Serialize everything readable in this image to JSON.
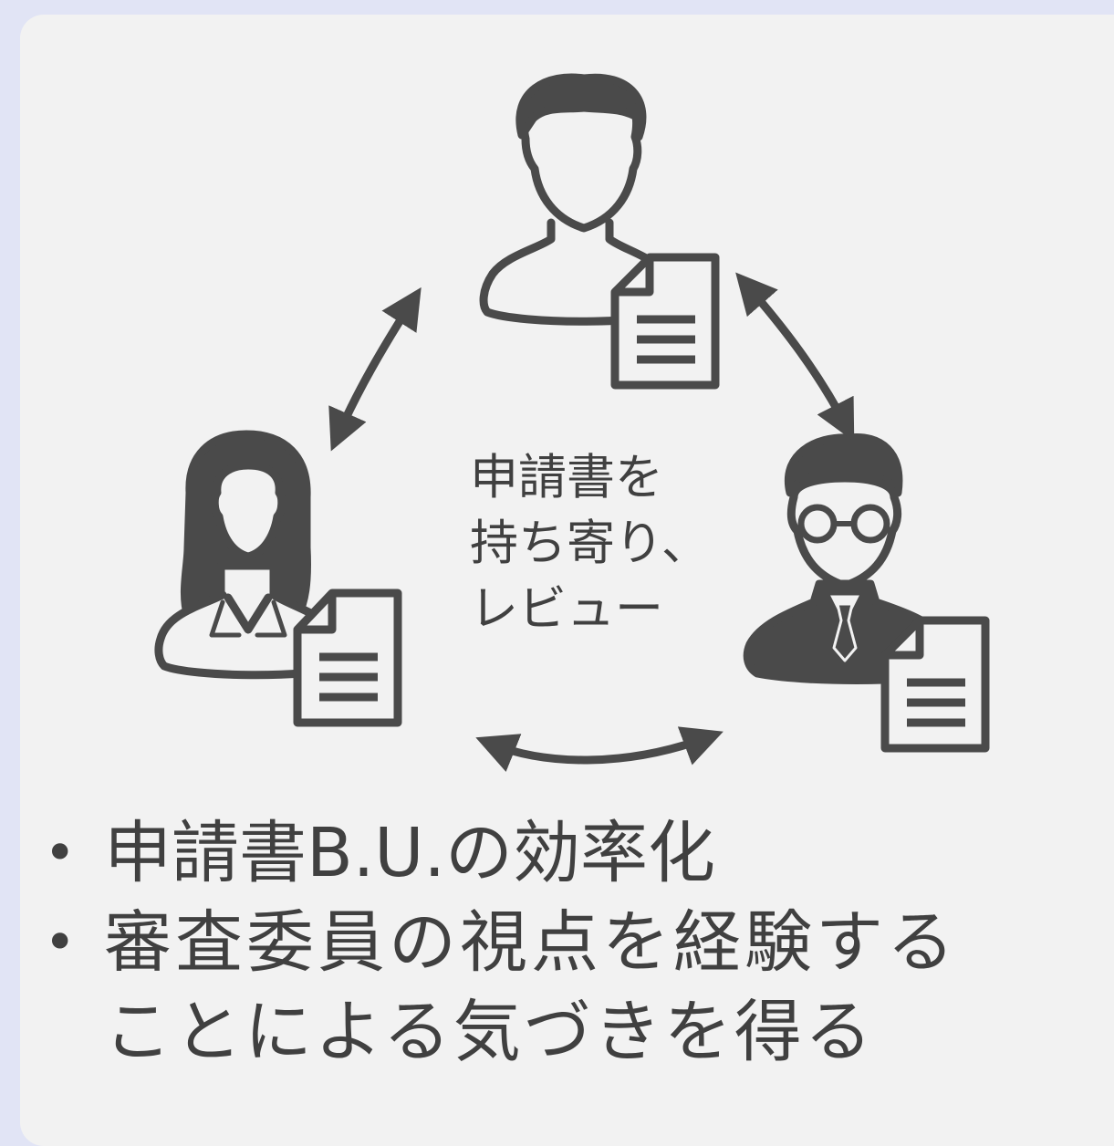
{
  "center_caption": {
    "line1": "申請書を",
    "line2": "持ち寄り、",
    "line3": "レビュー"
  },
  "bullets": [
    {
      "marker": "•",
      "text": "申請書B.U.の効率化"
    },
    {
      "marker": "•",
      "text": "審査委員の視点を経験する",
      "continuation": "ことによる気づきを得る"
    }
  ],
  "icons": [
    "man-avatar-icon",
    "woman-avatar-icon",
    "man-with-glasses-avatar-icon",
    "document-icon",
    "bidirectional-arrow-icon"
  ],
  "colors": {
    "background": "#e1e4f5",
    "panel": "#f2f2f2",
    "icon": "#4a4a4a",
    "text": "#404040"
  }
}
